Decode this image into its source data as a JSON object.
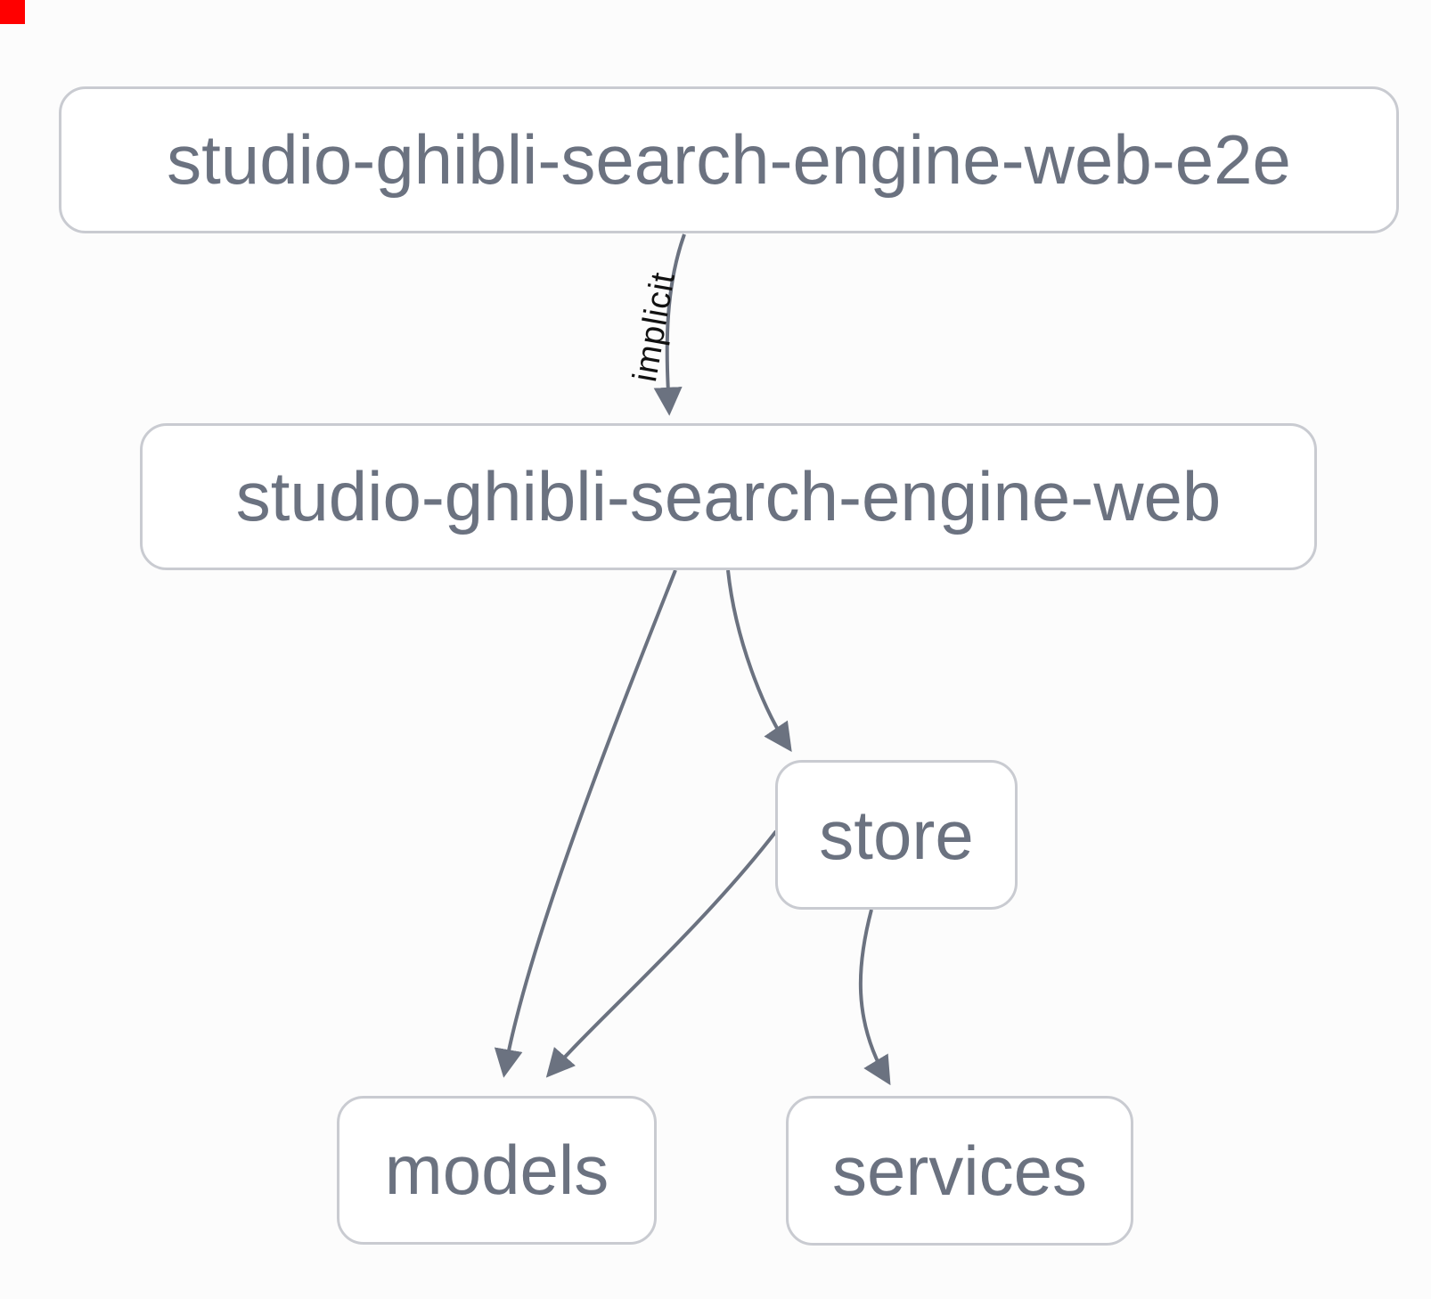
{
  "diagram": {
    "type": "project-dependency-graph",
    "nodes": [
      {
        "id": "studio-ghibli-search-engine-web-e2e",
        "label": "studio-ghibli-search-engine-web-e2e"
      },
      {
        "id": "studio-ghibli-search-engine-web",
        "label": "studio-ghibli-search-engine-web"
      },
      {
        "id": "store",
        "label": "store"
      },
      {
        "id": "models",
        "label": "models"
      },
      {
        "id": "services",
        "label": "services"
      }
    ],
    "edges": [
      {
        "from": "studio-ghibli-search-engine-web-e2e",
        "to": "studio-ghibli-search-engine-web",
        "label": "implicit"
      },
      {
        "from": "studio-ghibli-search-engine-web",
        "to": "models",
        "label": ""
      },
      {
        "from": "studio-ghibli-search-engine-web",
        "to": "store",
        "label": ""
      },
      {
        "from": "store",
        "to": "models",
        "label": ""
      },
      {
        "from": "store",
        "to": "services",
        "label": ""
      }
    ],
    "colors": {
      "background": "#fcfcfc",
      "node_fill": "#ffffff",
      "node_border": "#c9cbd1",
      "node_text": "#6b7280",
      "edge_stroke": "#6b7280",
      "edge_label_text": "#111111",
      "corner_marker": "#ff0000"
    }
  }
}
